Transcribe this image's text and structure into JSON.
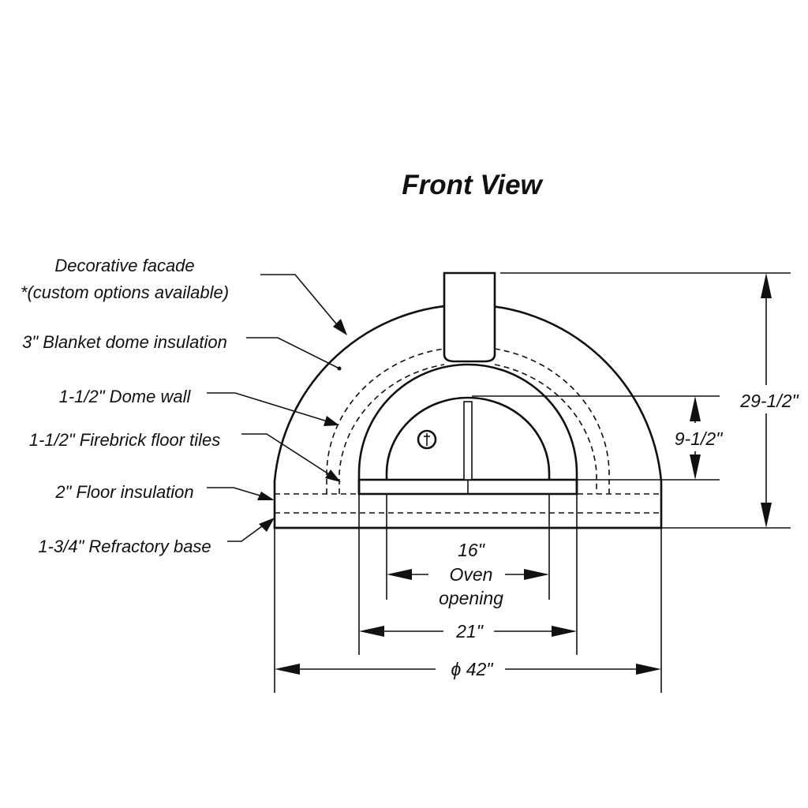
{
  "title": "Front View",
  "labels": {
    "facade_line1": "Decorative facade",
    "facade_line2": "*(custom options available)",
    "blanket": "3\" Blanket dome insulation",
    "dome_wall": "1-1/2\" Dome wall",
    "floor_tiles": "1-1/2\" Firebrick floor tiles",
    "floor_insulation": "2\" Floor insulation",
    "refractory_base": "1-3/4\" Refractory base"
  },
  "dimensions": {
    "height_total": "29-1/2\"",
    "height_interior": "9-1/2\"",
    "opening_value": "16\"",
    "opening_line1": "Oven",
    "opening_line2": "opening",
    "door_width": "21\"",
    "diameter": "ϕ 42\""
  }
}
